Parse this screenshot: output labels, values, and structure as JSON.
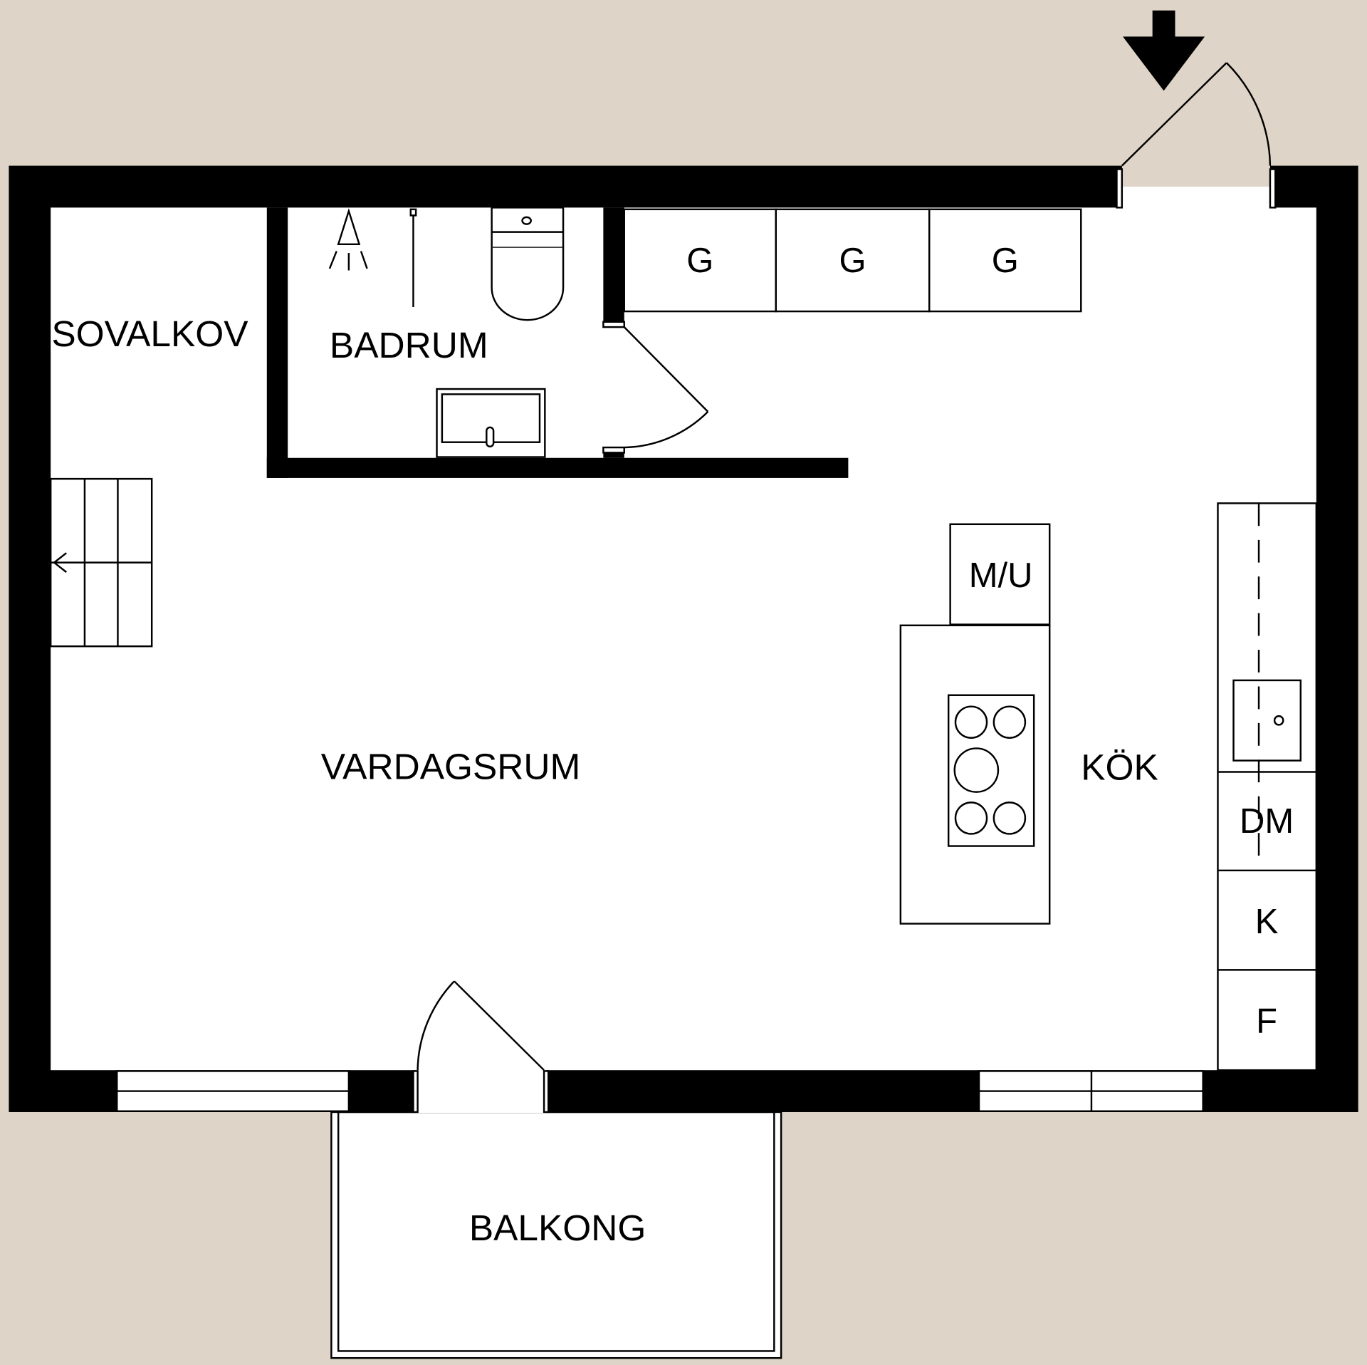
{
  "colors": {
    "background": "#ded4c7",
    "wall": "#000000",
    "floor": "#ffffff"
  },
  "rooms": {
    "sovalkov": "SOVALKOV",
    "badrum": "BADRUM",
    "vardagsrum": "VARDAGSRUM",
    "kok": "KÖK",
    "balkong": "BALKONG"
  },
  "fixtures": {
    "wardrobes": [
      "G",
      "G",
      "G"
    ],
    "microwave": "M/U",
    "dishwasher": "DM",
    "fridge": "K",
    "freezer": "F"
  },
  "icons": {
    "entrance": "entrance-arrow-icon"
  }
}
